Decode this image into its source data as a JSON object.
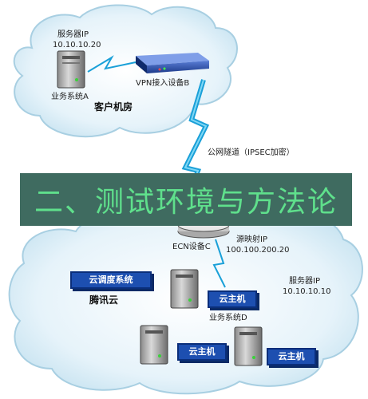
{
  "top": {
    "server_ip_label": "服务器IP",
    "server_ip": "10.10.10.20",
    "system_a": "业务系统A",
    "vpn_device": "VPN接入设备B",
    "customer_room": "客户机房"
  },
  "tunnel": "公网隧道（IPSEC加密）",
  "banner": "二、测试环境与方法论",
  "bottom": {
    "ecn_device": "ECN设备C",
    "source_map_ip_label": "源映射IP",
    "source_map_ip": "100.100.200.20",
    "scheduler": "云调度系统",
    "tencent_cloud": "腾讯云",
    "server_ip_label": "服务器IP",
    "server_ip": "10.10.10.10",
    "system_d": "业务系统D",
    "host_label_1": "云主机",
    "host_label_2": "云主机",
    "host_label_3": "云主机"
  },
  "colors": {
    "banner_bg": "#3f6b60",
    "banner_text": "#5fe08c",
    "cloud_fill": "#dceef7",
    "cloud_edge": "#9cc6dc",
    "box_blue": "#1d4fb0"
  }
}
